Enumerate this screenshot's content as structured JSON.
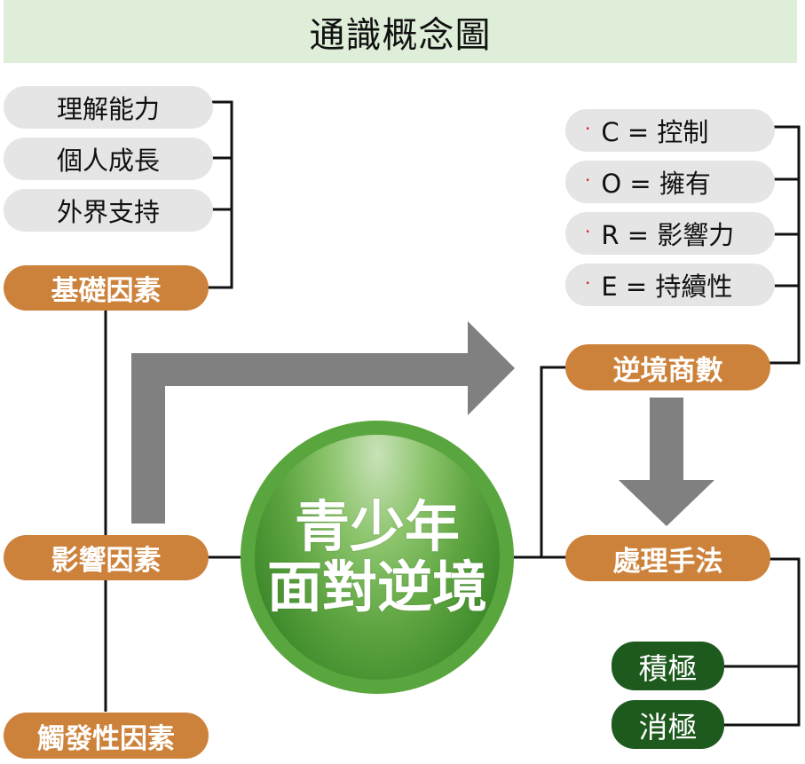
{
  "title": "通識概念圖",
  "left": {
    "basic_subitems": [
      "理解能力",
      "個人成長",
      "外界支持"
    ],
    "basic_factor": "基礎因素",
    "influence_factor": "影響因素",
    "trigger_factor": "觸發性因素"
  },
  "center": {
    "line1": "青少年",
    "line2": "面對逆境"
  },
  "right": {
    "core_items": [
      {
        "bullet": "·",
        "text": "C = 控制"
      },
      {
        "bullet": "·",
        "text": "O = 擁有"
      },
      {
        "bullet": "·",
        "text": "R = 影響力"
      },
      {
        "bullet": "·",
        "text": "E = 持續性"
      }
    ],
    "aq": "逆境商數",
    "handling": "處理手法",
    "approaches": [
      "積極",
      "消極"
    ]
  },
  "colors": {
    "title_bg": "#dfeed9",
    "orange": "#cd823b",
    "grey_pill": "#e5e5e5",
    "dark_green": "#1e5a1e",
    "center_green": "#5aa63e",
    "arrow_grey": "#808080",
    "bullet_red": "#e0141e"
  }
}
